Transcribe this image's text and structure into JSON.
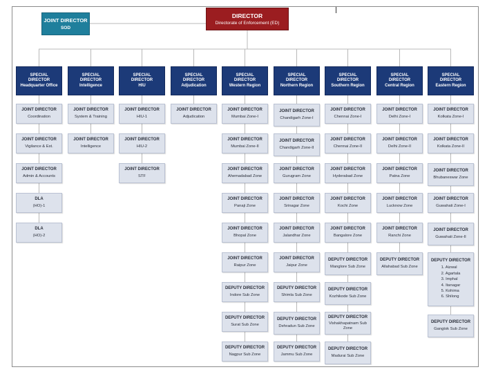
{
  "top": {
    "title": "DIRECTOR",
    "subtitle": "Directorate of Enforcement (ED)"
  },
  "sod": {
    "title": "JOINT DIRECTOR",
    "subtitle": "SOD"
  },
  "columns": [
    {
      "head": [
        "SPECIAL",
        "DIRECTOR",
        "Headquarter Office"
      ],
      "items": [
        {
          "h": "JOINT DIRECTOR",
          "s": "Coordination"
        },
        {
          "h": "JOINT DIRECTOR",
          "s": "Vigilance & Est."
        },
        {
          "h": "JOINT DIRECTOR",
          "s": "Admin & Accounts"
        },
        {
          "h": "DLA",
          "s": "(HO)-1"
        },
        {
          "h": "DLA",
          "s": "(HO)-2"
        }
      ]
    },
    {
      "head": [
        "SPECIAL",
        "DIRECTOR",
        "Intelligence"
      ],
      "items": [
        {
          "h": "JOINT DIRECTOR",
          "s": "System & Training"
        },
        {
          "h": "JOINT DIRECTOR",
          "s": "Intelligence"
        }
      ]
    },
    {
      "head": [
        "SPECIAL",
        "DIRECTOR",
        "HIU"
      ],
      "items": [
        {
          "h": "JOINT DIRECTOR",
          "s": "HIU-1"
        },
        {
          "h": "JOINT DIRECTOR",
          "s": "HIU-2"
        },
        {
          "h": "JOINT DIRECTOR",
          "s": "STF"
        }
      ]
    },
    {
      "head": [
        "SPECIAL",
        "DIRECTOR",
        "Adjudication"
      ],
      "items": [
        {
          "h": "JOINT DIRECTOR",
          "s": "Adjudication"
        }
      ]
    },
    {
      "head": [
        "SPECIAL",
        "DIRECTOR",
        "Western Region"
      ],
      "items": [
        {
          "h": "JOINT DIRECTOR",
          "s": "Mumbai Zone-I"
        },
        {
          "h": "JOINT DIRECTOR",
          "s": "Mumbai Zone-II"
        },
        {
          "h": "JOINT DIRECTOR",
          "s": "Ahemadabad Zone"
        },
        {
          "h": "JOINT DIRECTOR",
          "s": "Panaji Zone"
        },
        {
          "h": "JOINT DIRECTOR",
          "s": "Bhopal Zone"
        },
        {
          "h": "JOINT DIRECTOR",
          "s": "Raipur Zone"
        },
        {
          "h": "DEPUTY DIRECTOR",
          "s": "Indore Sub Zone"
        },
        {
          "h": "DEPUTY DIRECTOR",
          "s": "Surat Sub Zone"
        },
        {
          "h": "DEPUTY DIRECTOR",
          "s": "Nagpur Sub Zone"
        }
      ]
    },
    {
      "head": [
        "SPECIAL",
        "DIRECTOR",
        "Northern Region"
      ],
      "items": [
        {
          "h": "JOINT DIRECTOR",
          "s": "Chandigarh Zone-I"
        },
        {
          "h": "JOINT DIRECTOR",
          "s": "Chandigarh Zone-II"
        },
        {
          "h": "JOINT DIRECTOR",
          "s": "Gurugram Zone"
        },
        {
          "h": "JOINT DIRECTOR",
          "s": "Srinagar Zone"
        },
        {
          "h": "JOINT DIRECTOR",
          "s": "Jalandhar Zone"
        },
        {
          "h": "JOINT DIRECTOR",
          "s": "Jaipur Zone"
        },
        {
          "h": "DEPUTY DIRECTOR",
          "s": "Shimla Sub Zone"
        },
        {
          "h": "DEPUTY DIRECTOR",
          "s": "Dehradun Sub Zone"
        },
        {
          "h": "DEPUTY DIRECTOR",
          "s": "Jammu Sub Zone"
        }
      ]
    },
    {
      "head": [
        "SPECIAL",
        "DIRECTOR",
        "Southern Region"
      ],
      "items": [
        {
          "h": "JOINT DIRECTOR",
          "s": "Chennai Zone-I"
        },
        {
          "h": "JOINT DIRECTOR",
          "s": "Chennai Zone-II"
        },
        {
          "h": "JOINT DIRECTOR",
          "s": "Hyderabad Zone"
        },
        {
          "h": "JOINT DIRECTOR",
          "s": "Kochi Zone"
        },
        {
          "h": "JOINT DIRECTOR",
          "s": "Bangalore Zone"
        },
        {
          "h": "DEPUTY DIRECTOR",
          "s": "Manglore Sub Zone"
        },
        {
          "h": "DEPUTY DIRECTOR",
          "s": "Kozhikode Sub Zone"
        },
        {
          "h": "DEPUTY DIRECTOR",
          "s": "Vishakhapatnam Sub Zone"
        },
        {
          "h": "DEPUTY DIRECTOR",
          "s": "Madurai Sub Zone"
        }
      ]
    },
    {
      "head": [
        "SPECIAL",
        "DIRECTOR",
        "Central Region"
      ],
      "items": [
        {
          "h": "JOINT DIRECTOR",
          "s": "Delhi Zone-I"
        },
        {
          "h": "JOINT DIRECTOR",
          "s": "Delhi Zone-II"
        },
        {
          "h": "JOINT DIRECTOR",
          "s": "Patna Zone"
        },
        {
          "h": "JOINT DIRECTOR",
          "s": "Lucknow Zone"
        },
        {
          "h": "JOINT DIRECTOR",
          "s": "Ranchi Zone"
        },
        {
          "h": "DEPUTY DIRECTOR",
          "s": "Allahabad Sub Zone"
        }
      ]
    },
    {
      "head": [
        "SPECIAL",
        "DIRECTOR",
        "Eastern Region"
      ],
      "items": [
        {
          "h": "JOINT DIRECTOR",
          "s": "Kolkata Zone-I"
        },
        {
          "h": "JOINT DIRECTOR",
          "s": "Kolkata Zone-II"
        },
        {
          "h": "JOINT DIRECTOR",
          "s": "Bhubaneswar Zone"
        },
        {
          "h": "JOINT DIRECTOR",
          "s": "Guwahati Zone-I"
        },
        {
          "h": "JOINT DIRECTOR",
          "s": "Guwahati Zone-II"
        },
        {
          "h": "DEPUTY DIRECTOR",
          "list": [
            "1. Aizwal",
            "2. Agartala",
            "3. Imphal",
            "4. Itanagar",
            "5. Kohima",
            "6. Shilong"
          ]
        },
        {
          "h": "DEPUTY DIRECTOR",
          "s": "Gangtok Sub Zone"
        }
      ]
    }
  ]
}
